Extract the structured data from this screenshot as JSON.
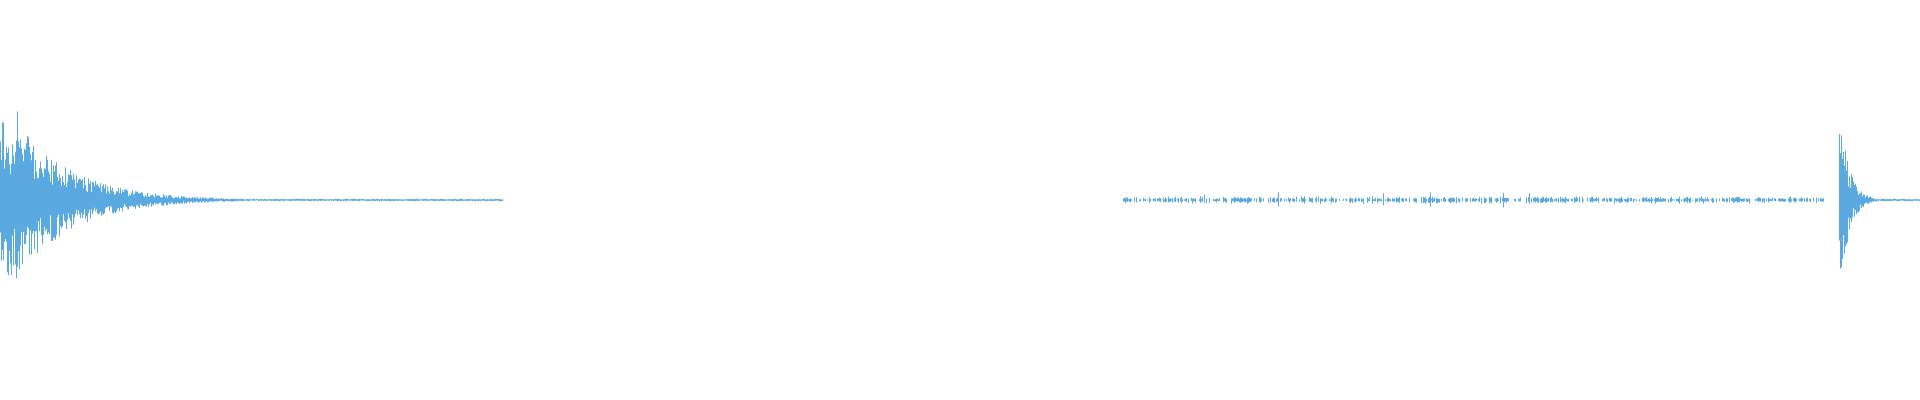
{
  "waveform": {
    "color": "#5aa9e0",
    "background": "#ffffff",
    "baseline_relative": 0.5,
    "segments": [
      {
        "name": "attack-burst-left",
        "start_fraction": 0.0,
        "end_fraction": 0.262,
        "peak_amplitude": 0.53,
        "decay": "exponential",
        "style": "transient"
      },
      {
        "name": "noise-tail-right",
        "start_fraction": 0.585,
        "end_fraction": 0.95,
        "peak_amplitude": 0.02,
        "decay": "none",
        "style": "sparse"
      },
      {
        "name": "attack-burst-right",
        "start_fraction": 0.958,
        "end_fraction": 1.0,
        "peak_amplitude": 0.52,
        "decay": "exponential",
        "style": "transient"
      }
    ]
  }
}
